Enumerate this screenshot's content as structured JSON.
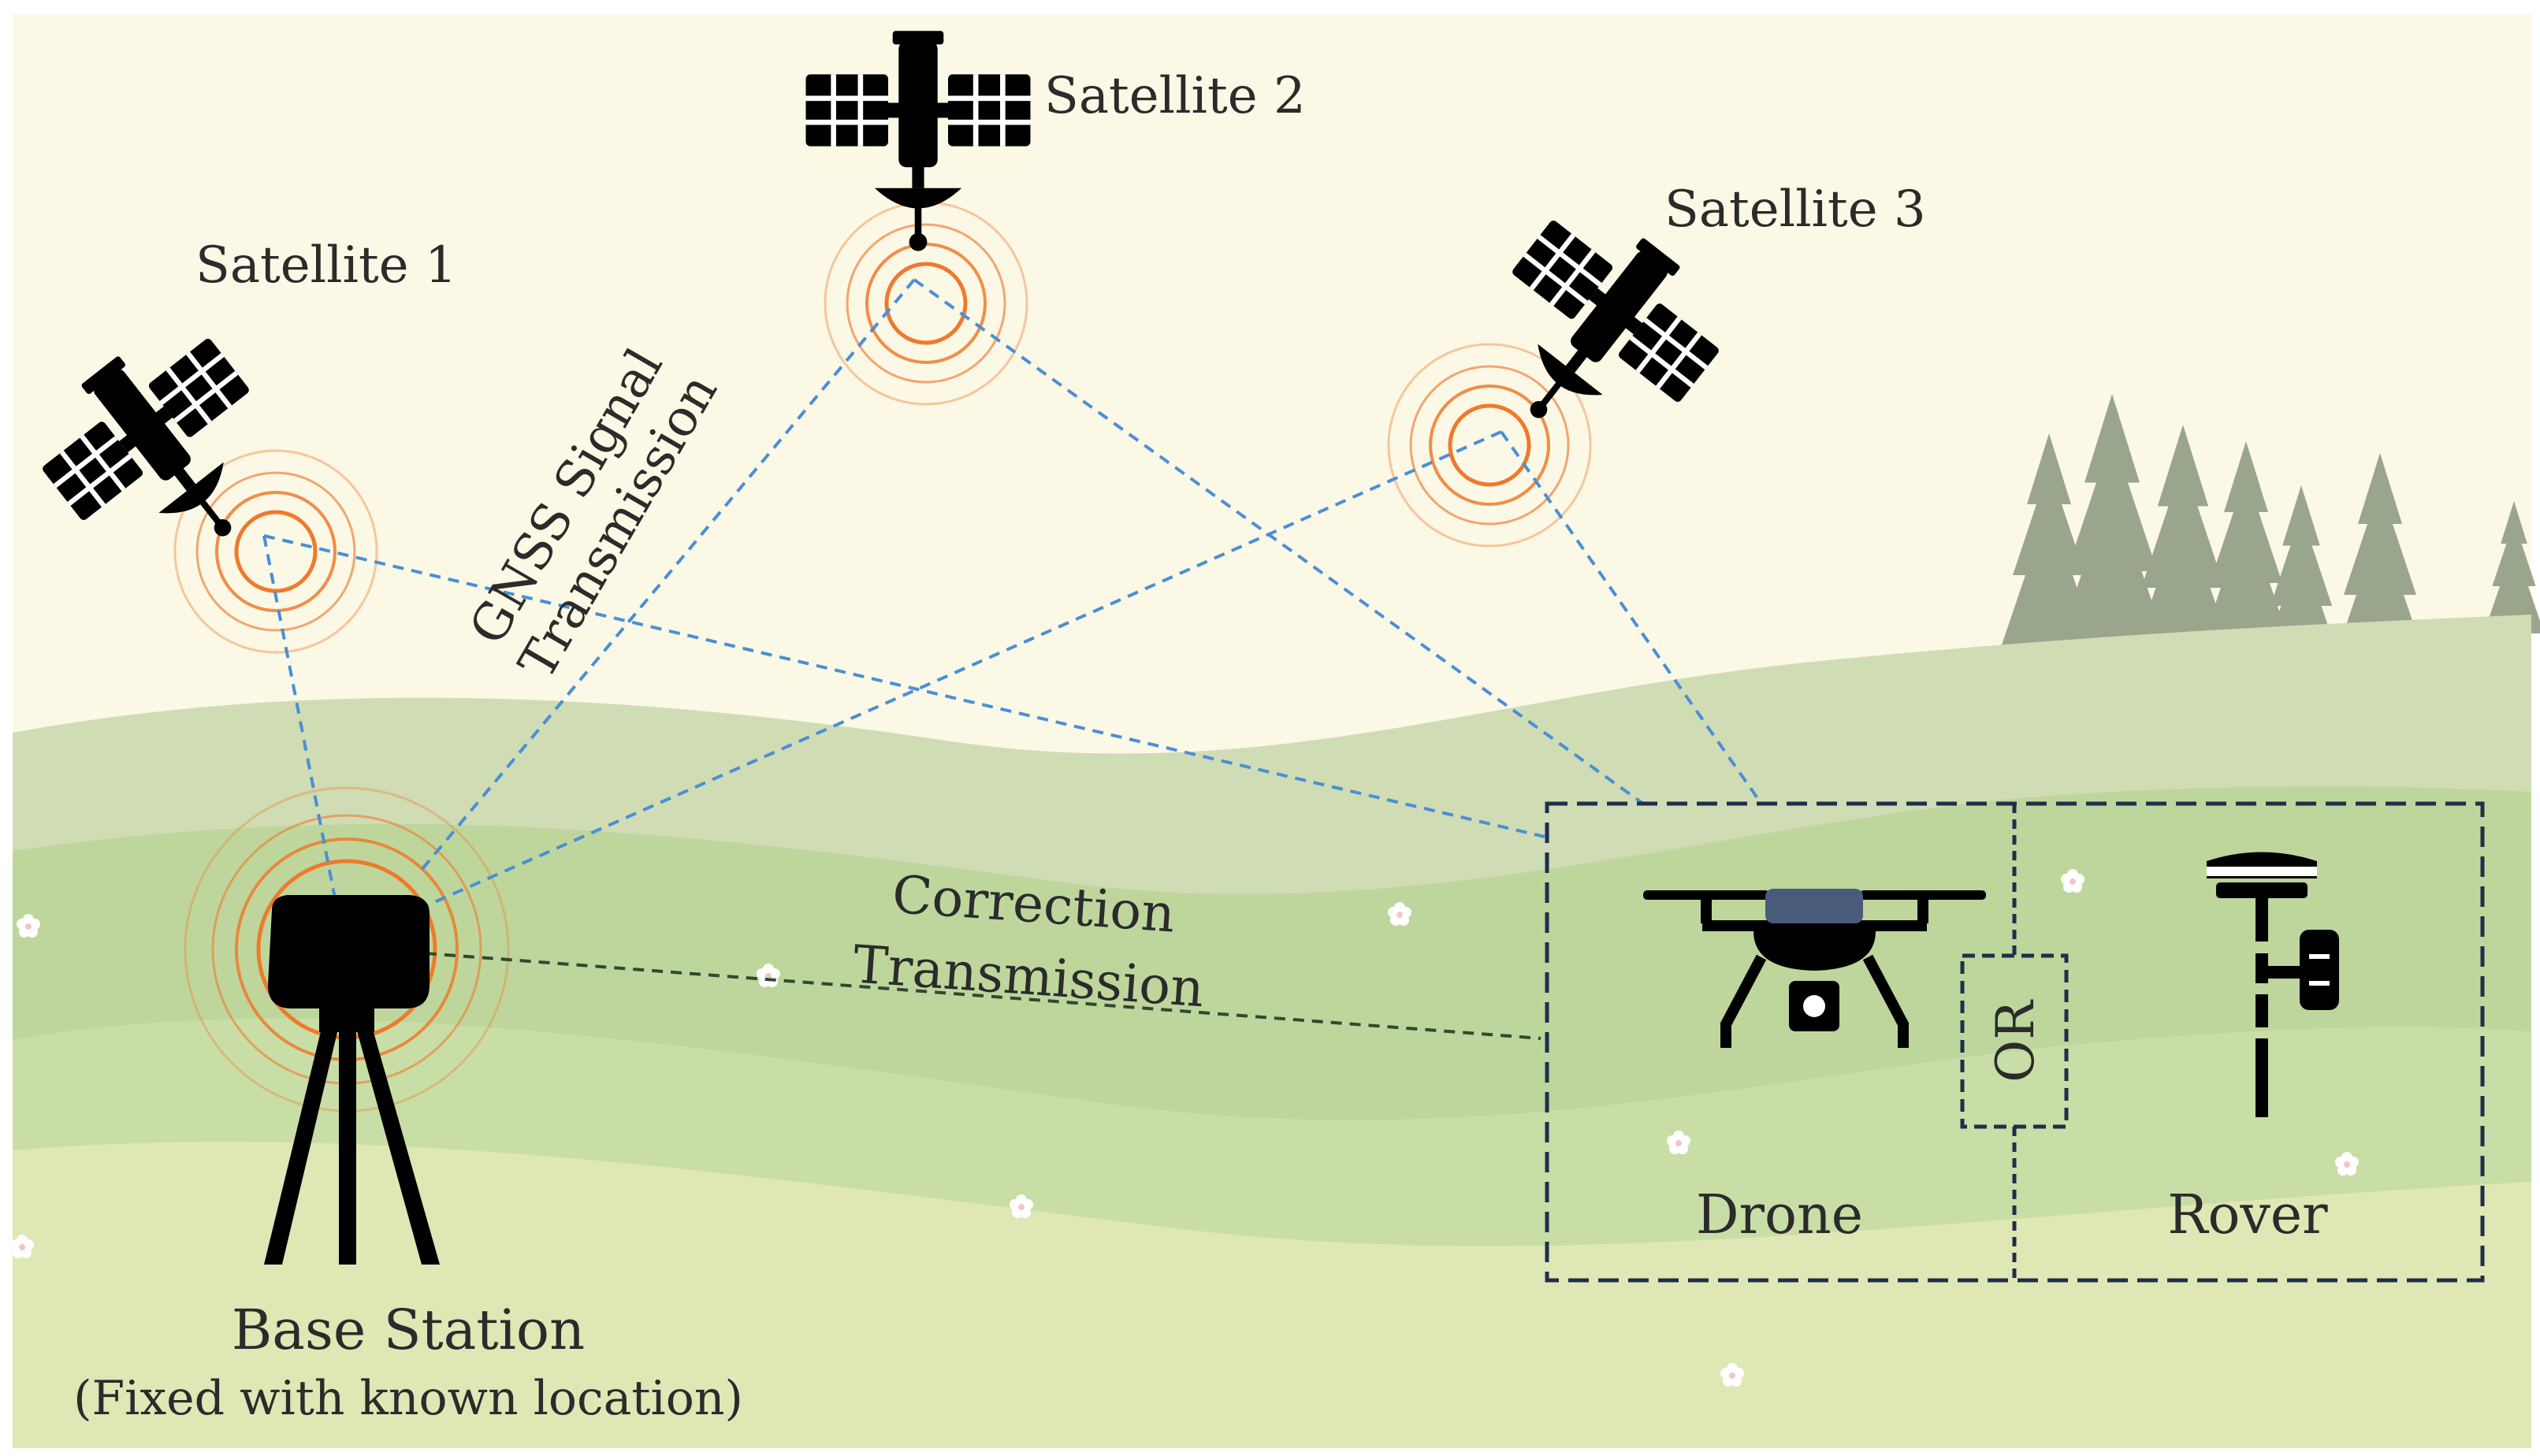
{
  "satellites": [
    {
      "label": "Satellite 1"
    },
    {
      "label": "Satellite 2"
    },
    {
      "label": "Satellite 3"
    }
  ],
  "signal_label": {
    "line1": "GNSS Signal",
    "line2": "Transmission"
  },
  "correction_label": {
    "line1": "Correction",
    "line2": "Transmission"
  },
  "base_station": {
    "label": "Base Station",
    "sublabel": "(Fixed with known location)"
  },
  "rover_box": {
    "drone_label": "Drone",
    "rover_label": "Rover",
    "or_label": "OR"
  },
  "colors": {
    "sky": "#fbf8e6",
    "hill_back": "#cfdcb4",
    "hill_mid": "#b8d39a",
    "ground": "#dfe8b5",
    "signal_line": "#4a8fd6",
    "correction_line": "#2f4a2f",
    "ring": "#ee7a2c",
    "box_border": "#1f2f4a",
    "tree": "#9aa68c"
  },
  "icons": [
    "satellite-icon",
    "drone-icon",
    "gnss-rover-icon",
    "base-station-tripod-icon",
    "flower-icon",
    "pine-tree-icon"
  ]
}
